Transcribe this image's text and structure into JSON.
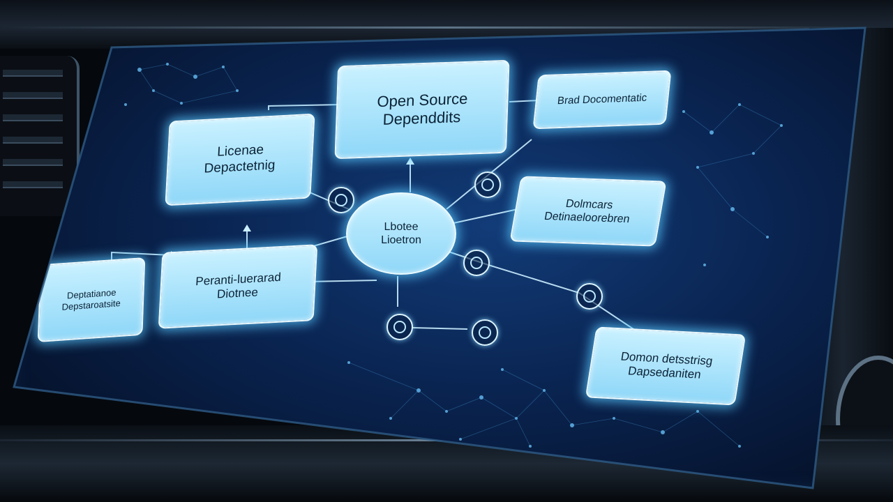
{
  "diagram": {
    "center": {
      "line1": "Lbotee",
      "line2": "Lioetron"
    },
    "nodes": {
      "open_source": {
        "line1": "Open Source",
        "line2": "Dependdits"
      },
      "license": {
        "line1": "Licenae",
        "line2": "Depactetnig"
      },
      "bsd": {
        "line1": "Brad Docomentatic"
      },
      "dolmcars": {
        "line1": "Dolmcars",
        "line2": "Detinaeloorebren"
      },
      "permit": {
        "line1": "Peranti-luerarad",
        "line2": "Diotnee"
      },
      "depatiane": {
        "line1": "Deptatianoe",
        "line2": "Depstaroatsite"
      },
      "domon": {
        "line1": "Domon detsstrisg",
        "line2": "Dapsedaniten"
      }
    }
  },
  "theme": {
    "node_fill": "#a9e4fb",
    "glow": "#5ac8ff",
    "screen": "#0a2553"
  }
}
